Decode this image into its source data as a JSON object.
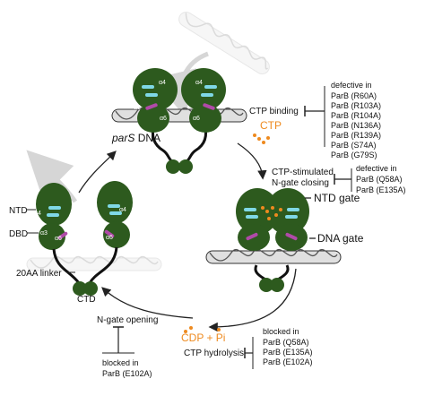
{
  "labels": {
    "pars_dna_italic": "parS",
    "pars_dna_rest": " DNA",
    "ntd": "NTD",
    "dbd": "DBD",
    "linker": "20AA linker",
    "ctd": "CTD",
    "ntd_gate": "NTD gate",
    "dna_gate": "DNA gate",
    "ctp": "CTP",
    "cdp_pi": "CDP + Pi",
    "ctp_binding": "CTP binding",
    "ctp_stim_1": "CTP-stimulated",
    "ctp_stim_2": "N-gate closing",
    "n_gate_opening": "N-gate opening",
    "ctp_hydrolysis": "CTP hydrolysis",
    "domain_a4": "α4",
    "domain_a3": "α3",
    "domain_a6": "α6"
  },
  "boxes": {
    "ctp_binding_defects": {
      "header": "defective in",
      "items": [
        "ParB (R60A)",
        "ParB (R103A)",
        "ParB (R104A)",
        "ParB (N136A)",
        "ParB (R139A)",
        "ParB (S74A)",
        "ParB (G79S)"
      ]
    },
    "n_gate_closing_defects": {
      "header": "defective in",
      "items": [
        "ParB (Q58A)",
        "ParB (E135A)"
      ]
    },
    "hydrolysis_blocked": {
      "header": "blocked in",
      "items": [
        "ParB (Q58A)",
        "ParB (E135A)",
        "ParB (E102A)"
      ]
    },
    "opening_blocked": {
      "header": "blocked in",
      "items": [
        "ParB (E102A)"
      ]
    }
  },
  "colors": {
    "protein": "#2d5a1e",
    "helix_cyan": "#7fd8e6",
    "helix_magenta": "#b04aa8",
    "ctp_orange": "#ee8a1f",
    "dna_grey": "#9a9a9a",
    "arrow": "#222222",
    "faded_arrow": "#d8d8d8"
  }
}
